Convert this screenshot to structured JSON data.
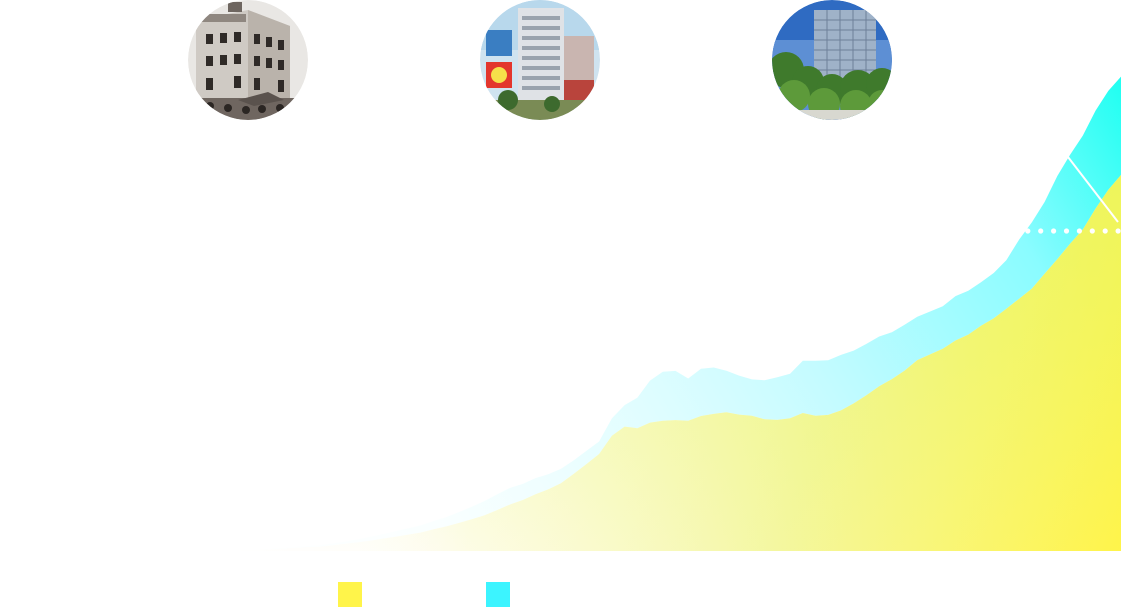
{
  "chart_data": {
    "type": "area",
    "stacked": true,
    "x_index_range": [
      0,
      70
    ],
    "series": [
      {
        "color": "#fff44a",
        "values": [
          0.3,
          0.5,
          0.9,
          1.4,
          2.0,
          2.6,
          3.2,
          3.6,
          4.8,
          6.1,
          7.4,
          8.9,
          10.7,
          12.4,
          14.2,
          16.0,
          18.8,
          21.3,
          24.3,
          27.4,
          30.9,
          35.4,
          40.2,
          44.1,
          49.0,
          53.2,
          58.5,
          66.6,
          75.1,
          83.8,
          99.6,
          107.5,
          106.1,
          111.0,
          112.6,
          113.1,
          112.6,
          116.7,
          118.5,
          119.9,
          117.9,
          116.9,
          113.8,
          113.3,
          114.7,
          119.3,
          116.9,
          117.6,
          121.5,
          127.6,
          134.6,
          142.4,
          148.6,
          155.9,
          165.0,
          169.9,
          174.8,
          181.9,
          187.0,
          194.6,
          201.0,
          209.4,
          218.1,
          226.8,
          239.6,
          252.3,
          265.5,
          277.8,
          295.8,
          312.1,
          325.0
        ]
      },
      {
        "color": "#23fff2",
        "values": [
          0.0,
          0.1,
          0.2,
          0.3,
          0.5,
          0.8,
          1.0,
          1.3,
          1.7,
          2.0,
          2.5,
          3.2,
          3.8,
          4.6,
          5.5,
          6.2,
          7.1,
          8.0,
          9.4,
          10.8,
          12.3,
          13.7,
          14.3,
          13.9,
          14.0,
          13.2,
          12.5,
          11.7,
          11.4,
          10.8,
          15.0,
          18.6,
          26.4,
          36.3,
          42.3,
          42.6,
          36.5,
          40.8,
          40.1,
          35.9,
          33.7,
          31.4,
          33.7,
          36.9,
          38.5,
          45.2,
          47.6,
          47.3,
          48.0,
          45.6,
          44.4,
          43.0,
          40.5,
          39.6,
          37.4,
          37.1,
          36.7,
          38.4,
          38.0,
          37.6,
          39.3,
          42.0,
          51.1,
          57.4,
          62.0,
          71.9,
          76.9,
          81.2,
          84.7,
          85.6,
          85.0
        ]
      }
    ]
  },
  "legend": [
    {
      "color": "#fff44a"
    },
    {
      "color": "#3cf4ff"
    }
  ],
  "photos": [
    {
      "name": "historic-building-photo"
    },
    {
      "name": "mid-century-building-photo"
    },
    {
      "name": "modern-tower-photo"
    }
  ]
}
